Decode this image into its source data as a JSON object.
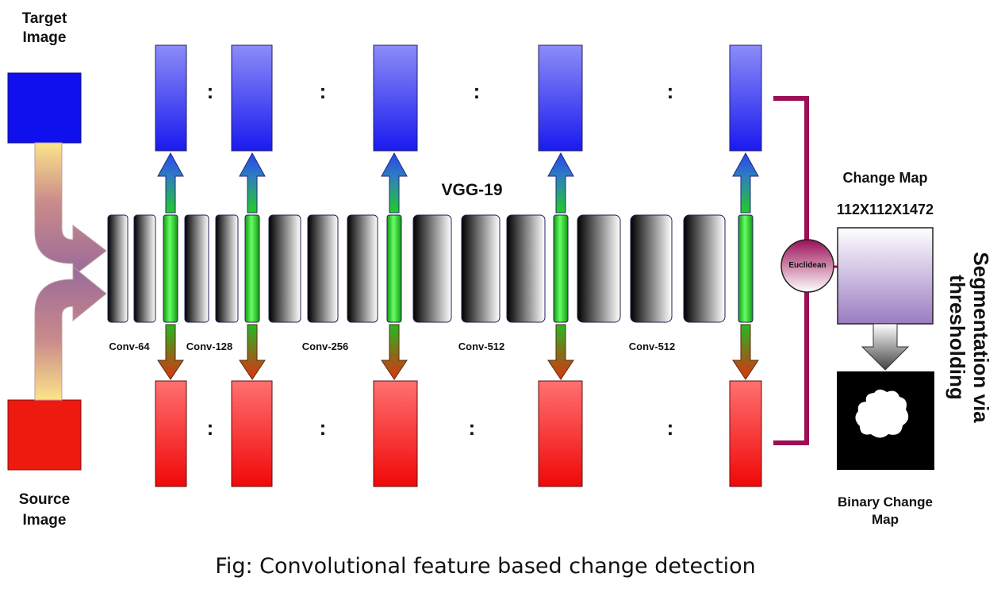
{
  "labels": {
    "target_image": "Target\nImage",
    "source_image": "Source\nImage",
    "network": "VGG-19",
    "change_map": "Change Map",
    "change_map_size": "112X112X1472",
    "euclidean": "Euclidean",
    "binary_change_map": "Binary Change\nMap",
    "segmentation": "Segmentation via\nthresholding",
    "caption": "Fig: Convolutional feature based change detection"
  },
  "conv_groups": [
    {
      "label": "Conv-64"
    },
    {
      "label": "Conv-128"
    },
    {
      "label": "Conv-256"
    },
    {
      "label": "Conv-512"
    },
    {
      "label": "Conv-512"
    }
  ],
  "separator": ":",
  "colors": {
    "target": "#1010ee",
    "source": "#ee1a10",
    "feature_target_top": "#8c8cf8",
    "feature_target_bottom": "#1a1aee",
    "feature_source_top": "#ff6e6e",
    "feature_source_bottom": "#f01010",
    "highlight_layer": "#3cf03c",
    "bracket": "#9b0f56",
    "change_map_top": "#ffffff",
    "change_map_bottom": "#9a7cc0",
    "binary_map": "#000000"
  }
}
